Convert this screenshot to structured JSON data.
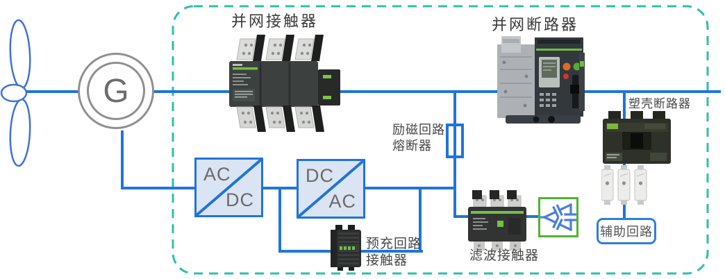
{
  "diagram": {
    "labels": {
      "grid_contactor": "并网接触器",
      "grid_breaker": "并网断路器",
      "excitation_fuse_l1": "励磁回路",
      "excitation_fuse_l2": "熔断器",
      "precharge_l1": "预充回路",
      "precharge_l2": "接触器",
      "filter_contactor": "滤波接触器",
      "mccb": "塑壳断路器",
      "aux_circuit": "辅助回路"
    },
    "generator_symbol": "G",
    "converters": {
      "acdc_top": "AC",
      "acdc_bottom": "DC",
      "dcac_top": "DC",
      "dcac_bottom": "AC"
    },
    "colors": {
      "wire_blue": "#1f74dc",
      "boundary_teal": "#2bbfad",
      "converter_fill": "#dbe4f3",
      "filter_box_green": "#52b331",
      "aux_box_border": "#2f7de1",
      "device_green_accent": "#72bf44"
    }
  }
}
